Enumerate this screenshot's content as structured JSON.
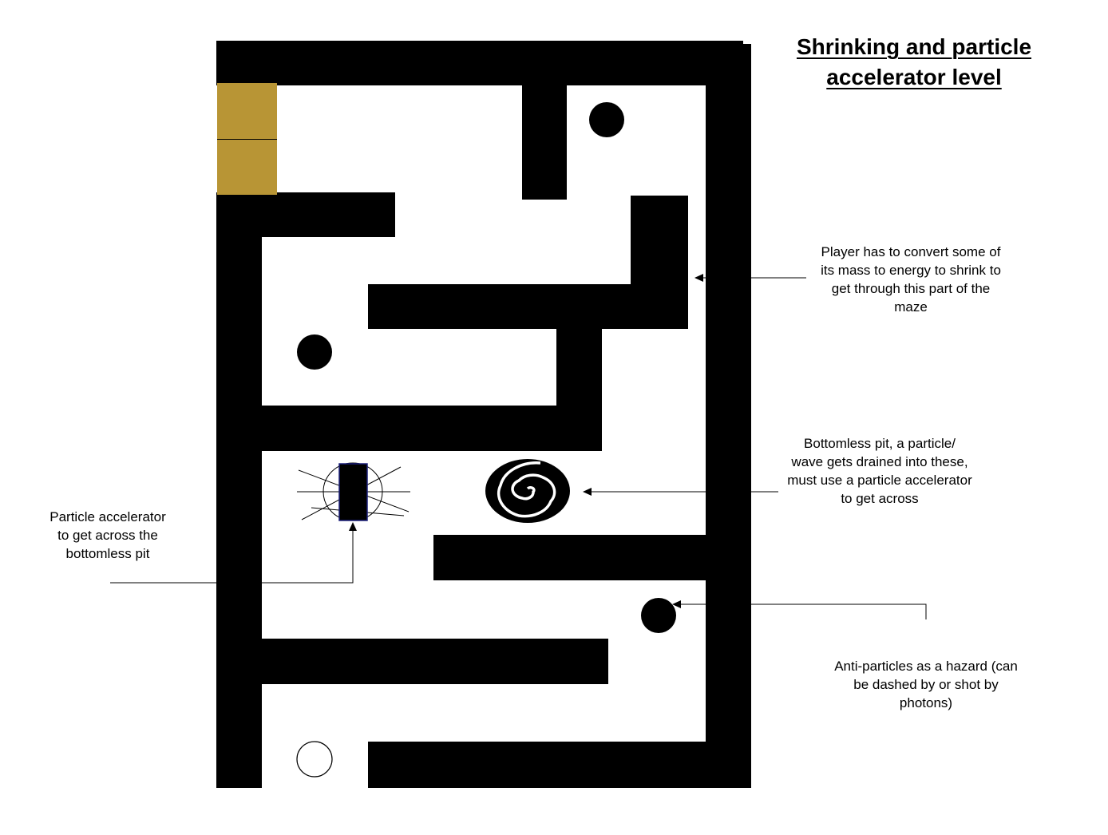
{
  "title": {
    "line1": "Shrinking and particle ",
    "line2": "accelerator level "
  },
  "annotations": {
    "shrink": "Player has to convert some of\nits mass to energy to shrink to\nget through this part of the\nmaze",
    "pit": "Bottomless pit, a particle/\nwave gets drained into these,\nmust use a particle accelerator\nto get across",
    "accelerator": "Particle accelerator\nto get across the\nbottomless pit",
    "antiparticles": "Anti-particles as a hazard (can\nbe dashed by or shot by\nphotons)"
  },
  "colors": {
    "wall": "#000000",
    "door": "#b89535",
    "background": "#ffffff",
    "accelerator_edge": "#1a1f7a"
  },
  "icons": {
    "antiparticle": "filled-black-circle",
    "player": "hollow-circle",
    "pit": "black-spiral",
    "accelerator": "black-rectangle-with-rays",
    "door": "gold-block"
  }
}
